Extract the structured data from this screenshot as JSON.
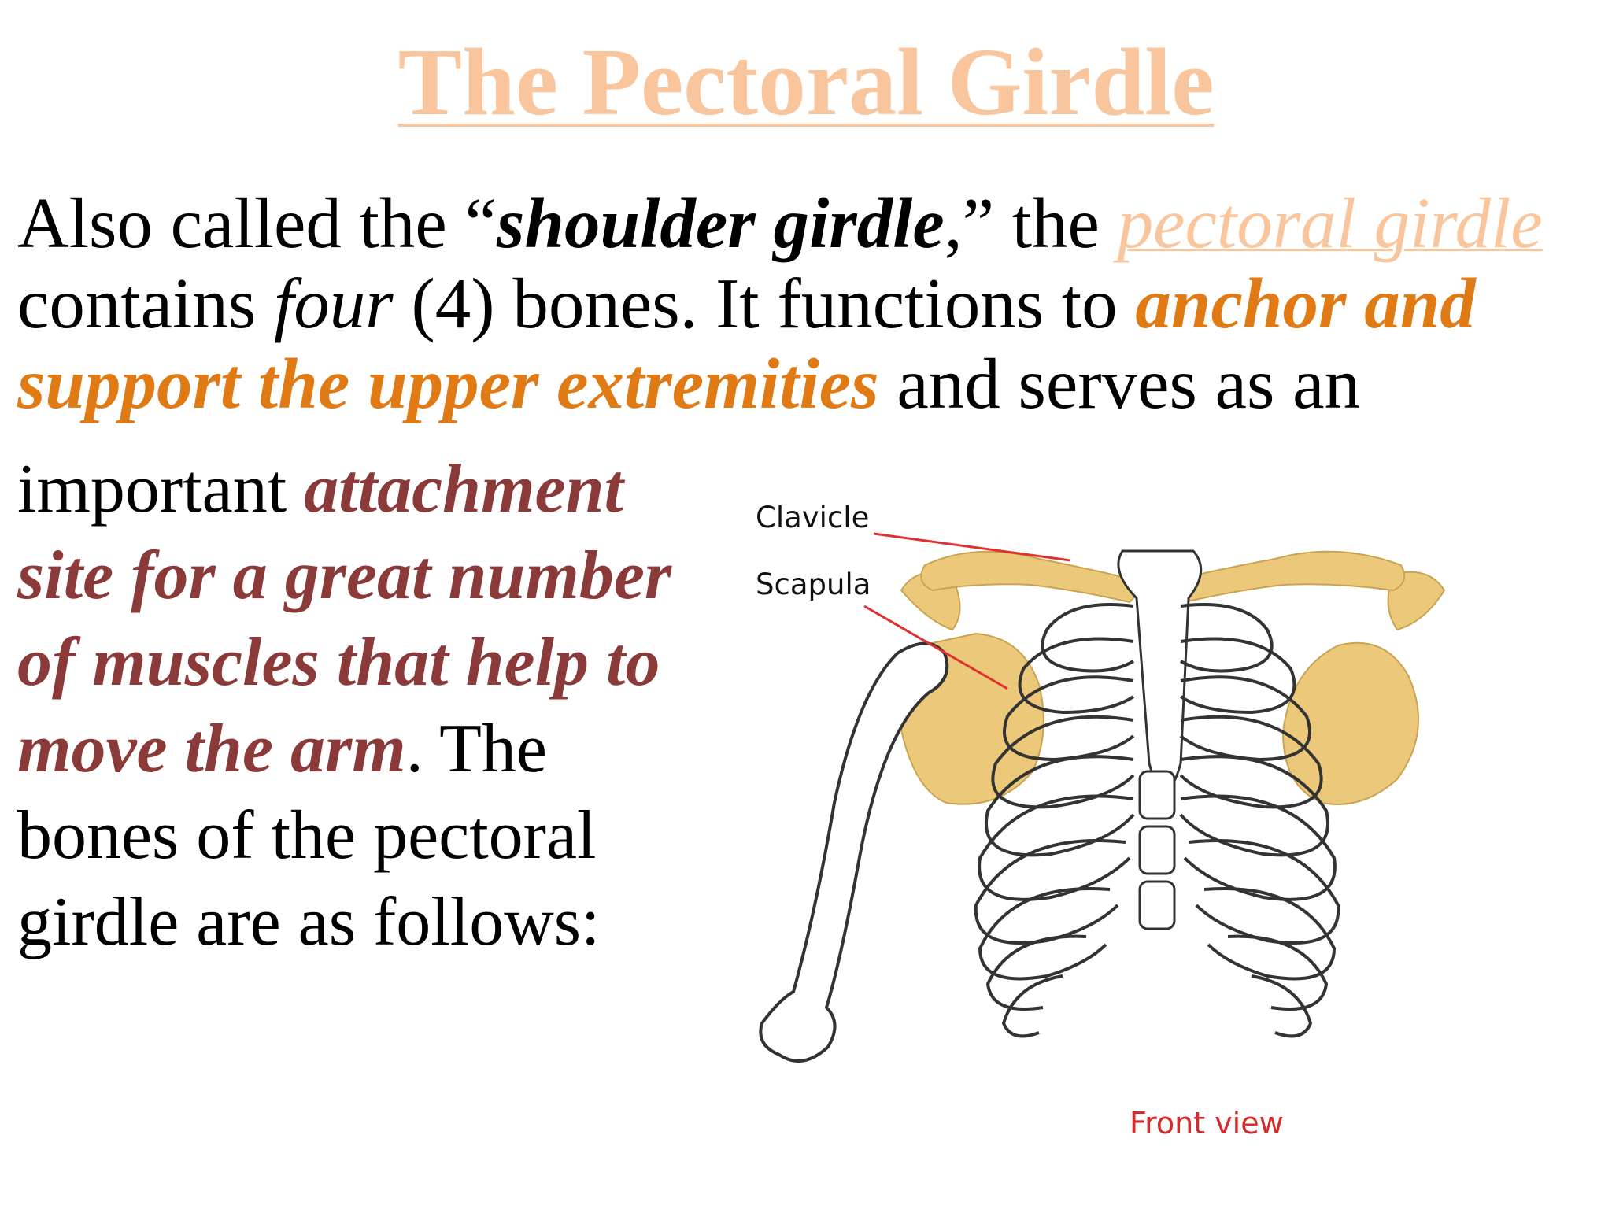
{
  "title": "The Pectoral Girdle",
  "paragraph": {
    "line1": {
      "a": "Also called the “",
      "b": "shoulder girdle",
      "c": ",” the ",
      "d": "pectoral girdle"
    },
    "line2": {
      "a": "contains ",
      "b": "four",
      "c": " (4) bones.  It functions to ",
      "d": "anchor and"
    },
    "line3": {
      "a": "support the upper extremities",
      "b": " and serves as an"
    },
    "line4": {
      "a": "important ",
      "b": "attachment"
    },
    "line5": {
      "a": "site for a great number"
    },
    "line6": {
      "a": "of muscles that help to"
    },
    "line7": {
      "a": "move the arm",
      "b": ". The"
    },
    "line8": {
      "a": "bones of the pectoral"
    },
    "line9": {
      "a": "girdle are as follows:"
    }
  },
  "diagram": {
    "label_clavicle": "Clavicle",
    "label_scapula": "Scapula",
    "caption": "Front view"
  },
  "colors": {
    "title": "#f8c59c",
    "emphasis_orange": "#e07a14",
    "emphasis_red": "#8b3a3a",
    "bone": "#ffffff",
    "bone_outline": "#333333",
    "girdle_highlight": "#ecc97a",
    "pointer": "#e03030"
  }
}
